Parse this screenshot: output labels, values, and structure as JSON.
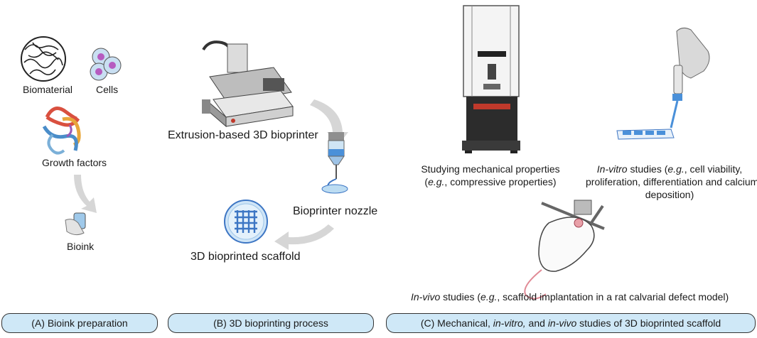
{
  "panelA": {
    "biomaterial": "Biomaterial",
    "cells": "Cells",
    "growth_factors": "Growth factors",
    "bioink": "Bioink",
    "footer": "(A) Bioink preparation"
  },
  "panelB": {
    "printer": "Extrusion-based 3D bioprinter",
    "nozzle": "Bioprinter nozzle",
    "scaffold": "3D bioprinted scaffold",
    "footer": "(B) 3D bioprinting process"
  },
  "panelC": {
    "mech_line1": "Studying mechanical properties",
    "mech_l2_open": "(",
    "mech_l2_eg": "e.g.",
    "mech_l2_rest": ", compressive properties)",
    "invitro_word": "In-vitro",
    "invitro_mid": " studies (",
    "invitro_eg": "e.g.",
    "invitro_rest": ", cell viability,",
    "invitro_line2": "proliferation, differentiation and calcium",
    "invitro_line3": "deposition)",
    "invivo_word": "In-vivo",
    "invivo_mid": " studies (",
    "invivo_eg": "e.g.",
    "invivo_rest": ", scaffold implantation in a rat calvarial defect model)",
    "footer_start": "(C) Mechanical, ",
    "footer_invitro": "in-vitro,",
    "footer_and": " and ",
    "footer_invivo": "in-vivo",
    "footer_end": " studies of 3D bioprinted scaffold"
  },
  "colors": {
    "panel_fill": "#cfe8f7",
    "arrow": "#d6d6d6",
    "scaffold_blue": "#3d76c4",
    "cell_purple": "#b65cc0",
    "machine_red": "#c0392b"
  }
}
